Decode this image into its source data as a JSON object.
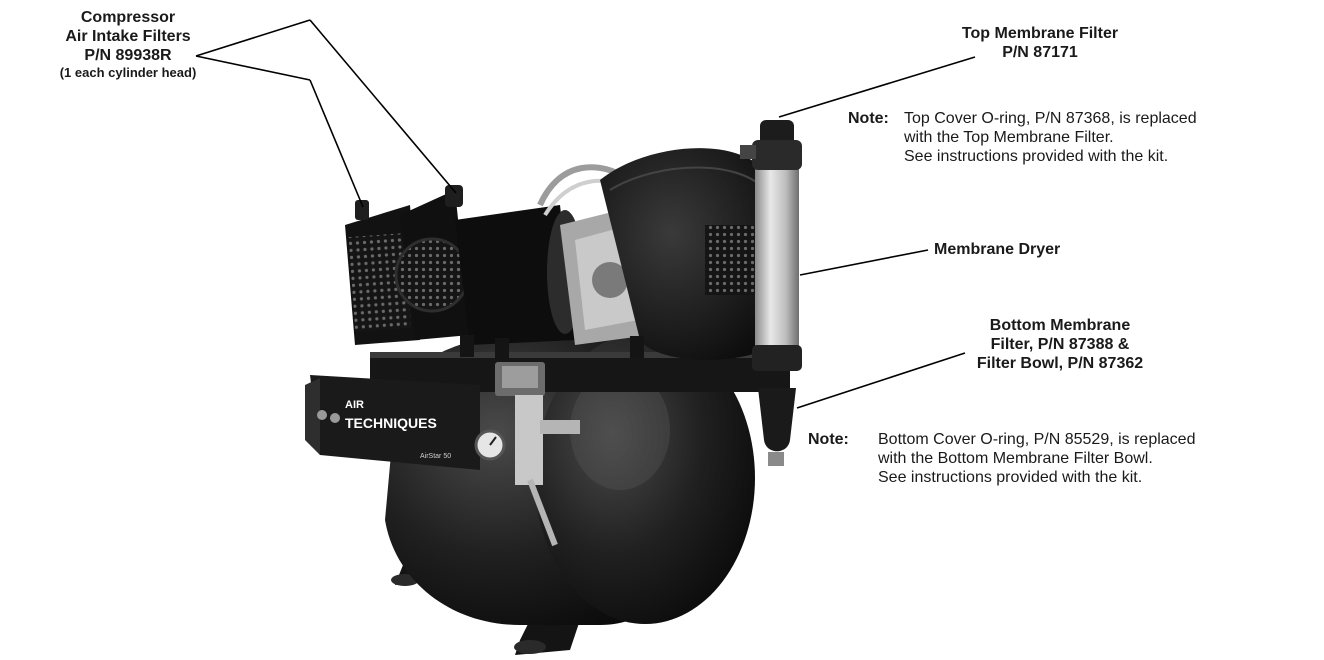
{
  "callouts": {
    "intake_filters": {
      "line1": "Compressor",
      "line2": "Air Intake Filters",
      "line3": "P/N 89938R",
      "line4": "(1 each cylinder head)"
    },
    "top_filter": {
      "line1": "Top Membrane Filter",
      "line2": "P/N 87171"
    },
    "dryer": {
      "line1": "Membrane Dryer"
    },
    "bottom_filter": {
      "line1": "Bottom Membrane",
      "line2": "Filter, P/N 87388 &",
      "line3": "Filter Bowl, P/N 87362"
    }
  },
  "notes": {
    "top": {
      "key": "Note:",
      "line1": "Top Cover O-ring, P/N 87368, is replaced",
      "line2": "with the Top Membrane Filter.",
      "line3": "See instructions provided with the kit."
    },
    "bottom": {
      "key": "Note:",
      "line1": "Bottom Cover O-ring, P/N 85529, is replaced",
      "line2": "with the Bottom Membrane Filter Bowl.",
      "line3": "See instructions provided with the kit."
    }
  },
  "machine": {
    "brand_line1": "AIR",
    "brand_line2": "TECHNIQUES",
    "model": "AirStar 50"
  },
  "colors": {
    "body": "#1c1c1c",
    "metal": "#bdbdbd",
    "line": "#000000"
  }
}
